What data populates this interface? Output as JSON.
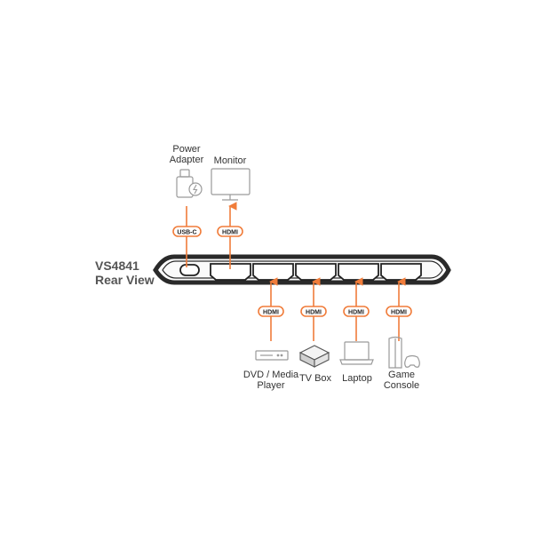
{
  "title": {
    "line1": "VS4841",
    "line2": "Rear View"
  },
  "devices": {
    "power_adapter": {
      "line1": "Power",
      "line2": "Adapter"
    },
    "monitor": {
      "label": "Monitor"
    },
    "dvd_player": {
      "line1": "DVD / Media",
      "line2": "Player"
    },
    "tv_box": {
      "label": "TV Box"
    },
    "laptop": {
      "label": "Laptop"
    },
    "game_console": {
      "line1": "Game",
      "line2": "Console"
    }
  },
  "badges": {
    "usb_c": "USB-C",
    "hdmi_out": "HDMI",
    "hdmi_in_1": "HDMI",
    "hdmi_in_2": "HDMI",
    "hdmi_in_3": "HDMI",
    "hdmi_in_4": "HDMI"
  },
  "colors": {
    "accent": "#f07c3a",
    "device_outline": "#9a9a9a",
    "chassis": "#2a2a2a"
  }
}
